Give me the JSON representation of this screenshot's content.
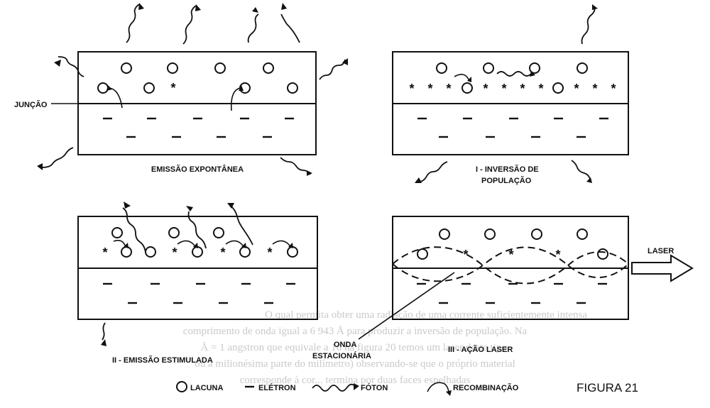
{
  "labels": {
    "juncao": "JUNÇÃO",
    "panel1": "EMISSÃO EXPONTÂNEA",
    "panel2_line1": "I - INVERSÃO DE",
    "panel2_line2": "POPULAÇÃO",
    "panel3": "II - EMISSÃO ESTIMULADA",
    "panel4": "III - AÇÃO LASER",
    "laser": "LASER",
    "onda_line1": "ONDA",
    "onda_line2": "ESTACIONÁRIA"
  },
  "legend": {
    "lacuna": "LACUNA",
    "eletron": "ELÉTRON",
    "foton": "FÓTON",
    "recombinacao": "RECOMBINAÇÃO"
  },
  "figure_caption": "FIGURA 21",
  "background_text": {
    "line1": "O qual permita obter uma radiação de uma corrente suficientemente intensa",
    "line2": "comprimento de onda igual a 6 943 Å para produzir a inversão de população. Na",
    "line3": "Å = 1 angstron que equivale a 10 na figura 20 temos um laser deste tipo,",
    "line4": "ou a milionésima parte do milímetro) observando-se que o próprio material",
    "line5": "corresponde à cor... termina por duas faces espelhadas"
  }
}
